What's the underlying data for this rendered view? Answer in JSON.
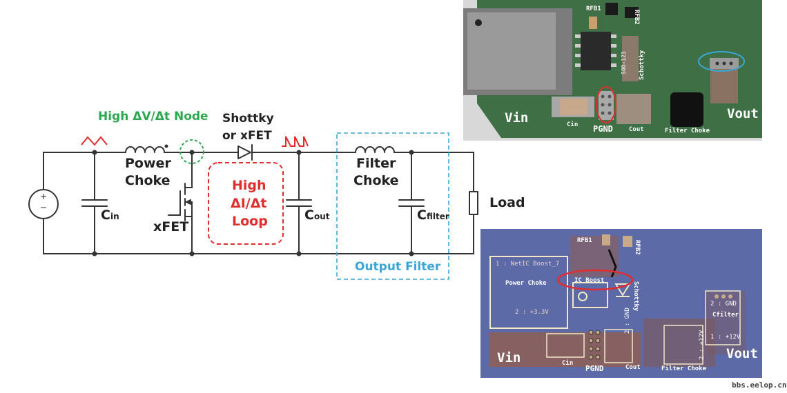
{
  "schematic": {
    "high_dv_node": "High ΔV/Δt Node",
    "shottky_line1": "Shottky",
    "shottky_line2": "or xFET",
    "power_line1": "Power",
    "power_line2": "Choke",
    "xfet": "xFET",
    "cin_main": "C",
    "cin_sub": "in",
    "cout_main": "C",
    "cout_sub": "out",
    "cfilter_main": "C",
    "cfilter_sub": "filter",
    "filter_line1": "Filter",
    "filter_line2": "Choke",
    "loop_line1": "High",
    "loop_line2": "ΔI/Δt",
    "loop_line3": "Loop",
    "output_filter": "Output Filter",
    "load": "Load",
    "source_plus": "+",
    "source_minus": "−"
  },
  "pcb_top": {
    "rfb1": "RFB1",
    "rfb2": "RFB2",
    "sod": "SOD-123",
    "schottky": "Schottky",
    "vin": "Vin",
    "vout": "Vout",
    "cin": "Cin",
    "pgnd": "PGND",
    "cout": "Cout",
    "filter_choke": "Filter Choke"
  },
  "pcb_bottom": {
    "rfb1": "RFB1",
    "rfb2": "RFB2",
    "net_boost": "1 : NetIC Boost_7",
    "power_choke": "Power Choke",
    "net_33": "2 : +3.3V",
    "ic_boost": "IC Boost",
    "schottky": "Schottky",
    "gnd2": "2 : GND",
    "cfilter": "Cfilter",
    "p12": "1 : +12V",
    "gnd_mid": "2 : GND",
    "p12_mid": "2 : +12V",
    "vin": "Vin",
    "vout": "Vout",
    "cin": "Cin",
    "pgnd": "PGND",
    "cout": "Cout",
    "filter_choke": "Filter Choke"
  },
  "watermark": "bbs.eelop.cn",
  "colors": {
    "wire": "#333333",
    "green": "#2ea84f",
    "red": "#e12d2d",
    "blue": "#3aa6d8",
    "pcb_green": "#3f6f44",
    "pcb_blue": "#5c6aa8"
  }
}
